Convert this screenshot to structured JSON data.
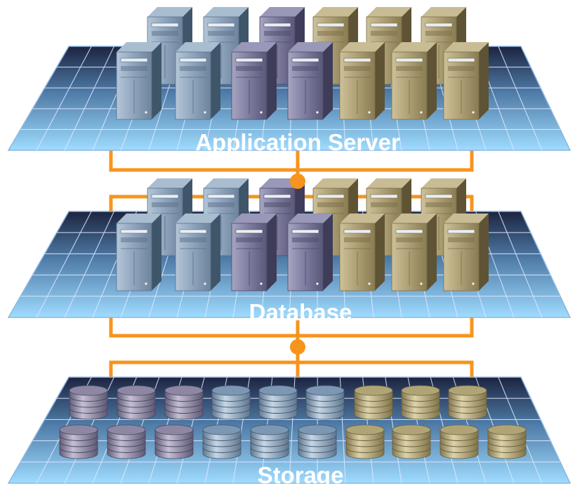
{
  "tiers": [
    {
      "id": "app",
      "label": "Application Server",
      "kind": "server"
    },
    {
      "id": "db",
      "label": "Database",
      "kind": "server"
    },
    {
      "id": "storage",
      "label": "Storage",
      "kind": "disk"
    }
  ],
  "colors": {
    "connector": "#f7941d",
    "label": "#ffffff",
    "platform_top": "#1c2440",
    "platform_bottom": "#9fdcff",
    "platform_grid": "#dfe8ff",
    "server_steel": "#7f96b0",
    "server_purple": "#6e6c8e",
    "server_tan": "#a89a70",
    "disk_purple": "#8d87a3",
    "disk_steel": "#7c97b3",
    "disk_tan": "#b0a476"
  },
  "icons": {
    "server": "server-tower-icon",
    "disk": "disk-stack-icon",
    "junction": "junction-dot-icon"
  }
}
